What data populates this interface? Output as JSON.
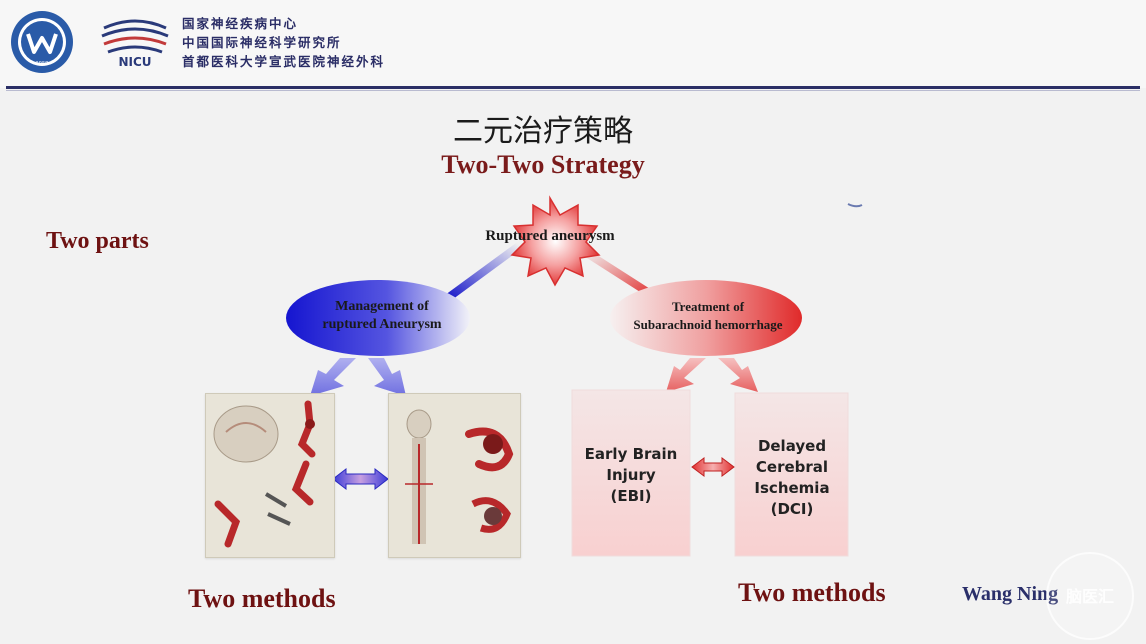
{
  "header": {
    "institution_lines": [
      "国家神经疾病中心",
      "中国国际神经科学研究所",
      "首都医科大学宣武医院神经外科"
    ],
    "nicu_logo_text": "NICU",
    "logo_year": "1958"
  },
  "title": {
    "cn": "二元治疗策略",
    "en": "Two-Two Strategy"
  },
  "left_heading": "Two parts",
  "nodes": {
    "ruptured": "Ruptured aneurysm",
    "management_line1": "Management of",
    "management_line2": "ruptured  Aneurysm",
    "treatment_line1": "Treatment of",
    "treatment_line2": "Subarachnoid hemorrhage"
  },
  "boxes": {
    "ebi_lines": [
      "Early Brain",
      "Injury",
      "(EBI)"
    ],
    "dci_lines": [
      "Delayed",
      "Cerebral",
      "Ischemia",
      "(DCI)"
    ]
  },
  "footer": {
    "methods_left": "Two methods",
    "methods_right": "Two methods",
    "author": "Wang Ning"
  },
  "watermark": "脑医汇",
  "colors": {
    "navy": "#2a2d66",
    "dark_red": "#6e1212",
    "blue": "#2222cc",
    "red": "#e23a3a"
  },
  "icons": {
    "logo_left": "university-seal-icon",
    "logo_right": "nicu-logo-icon",
    "arrow_double_blue": "double-arrow-icon",
    "arrow_double_red": "double-arrow-icon",
    "burst": "starburst-icon"
  }
}
